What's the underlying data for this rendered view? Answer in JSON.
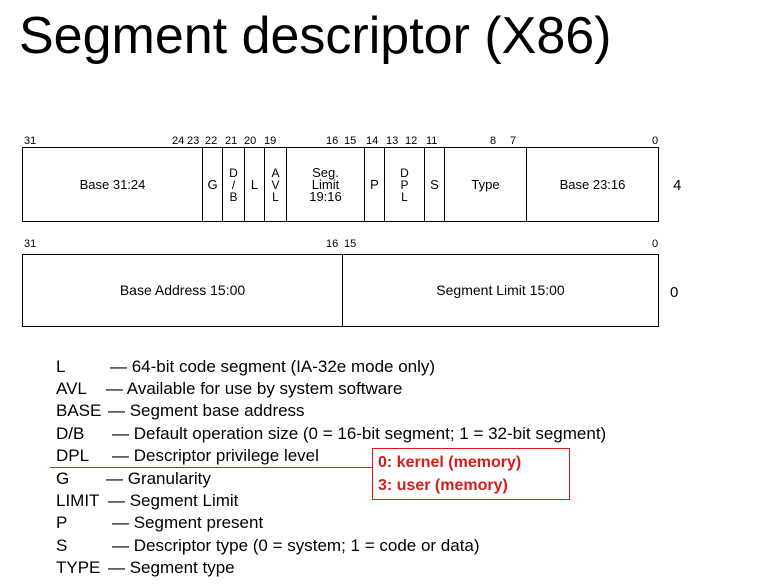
{
  "title": "Segment descriptor (X86)",
  "upper_word": {
    "bit_labels": [
      "31",
      "24",
      "23",
      "22",
      "21",
      "20",
      "19",
      "16",
      "15",
      "14",
      "13",
      "12",
      "11",
      "8",
      "7",
      "0"
    ],
    "fields": {
      "base_31_24": "Base 31:24",
      "g": "G",
      "db": [
        "D",
        "/",
        "B"
      ],
      "l": "L",
      "avl": [
        "A",
        "V",
        "L"
      ],
      "seg_limit": [
        "Seg.",
        "Limit",
        "19:16"
      ],
      "p": "P",
      "dpl": [
        "D",
        "P",
        "L"
      ],
      "s": "S",
      "type": "Type",
      "base_23_16": "Base 23:16"
    },
    "offset": "4"
  },
  "lower_word": {
    "bit_labels": [
      "31",
      "16",
      "15",
      "0"
    ],
    "fields": {
      "base_address": "Base Address 15:00",
      "segment_limit": "Segment Limit 15:00"
    },
    "offset": "0"
  },
  "legend": [
    {
      "abbr": "L",
      "desc": "— 64-bit code segment (IA-32e mode only)"
    },
    {
      "abbr": "AVL",
      "desc": "— Available for use by system software"
    },
    {
      "abbr": "BASE",
      "desc": "— Segment base address"
    },
    {
      "abbr": "D/B",
      "desc": "— Default operation size (0 = 16-bit segment; 1 = 32-bit segment)"
    },
    {
      "abbr": "DPL",
      "desc": "— Descriptor privilege level"
    },
    {
      "abbr": "G",
      "desc": "— Granularity"
    },
    {
      "abbr": "LIMIT",
      "desc": "— Segment Limit"
    },
    {
      "abbr": "P",
      "desc": "— Segment present"
    },
    {
      "abbr": "S",
      "desc": "— Descriptor type (0 = system; 1 = code or data)"
    },
    {
      "abbr": "TYPE",
      "desc": "— Segment type"
    }
  ],
  "dpl_note": {
    "lines": [
      "0: kernel (memory)",
      "3: user (memory)"
    ],
    "color": "#d81b1b"
  }
}
